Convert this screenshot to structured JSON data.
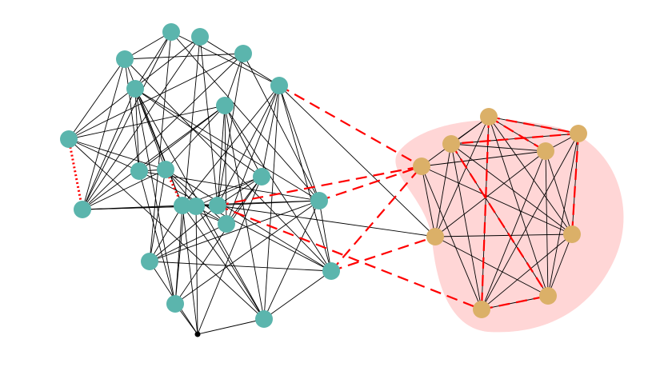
{
  "colors": {
    "group_a_node": "#5bb5ad",
    "group_b_node": "#dbb068",
    "hub_node": "#000000",
    "edge": "#000000",
    "highlight_edge": "#ff0000",
    "cluster_region": "#ffd6d6"
  },
  "nodes": [
    {
      "id": "a1",
      "group": "a"
    },
    {
      "id": "a2",
      "group": "a"
    },
    {
      "id": "a3",
      "group": "a"
    },
    {
      "id": "a4",
      "group": "a"
    },
    {
      "id": "a5",
      "group": "a"
    },
    {
      "id": "a6",
      "group": "a"
    },
    {
      "id": "a7",
      "group": "a"
    },
    {
      "id": "a8",
      "group": "a"
    },
    {
      "id": "a9",
      "group": "a"
    },
    {
      "id": "a10",
      "group": "a"
    },
    {
      "id": "a11",
      "group": "a"
    },
    {
      "id": "a12",
      "group": "a"
    },
    {
      "id": "a13",
      "group": "a"
    },
    {
      "id": "a14",
      "group": "a"
    },
    {
      "id": "a15",
      "group": "a"
    },
    {
      "id": "a16",
      "group": "a"
    },
    {
      "id": "a17",
      "group": "a"
    },
    {
      "id": "a18",
      "group": "a"
    },
    {
      "id": "a19",
      "group": "a"
    },
    {
      "id": "a20",
      "group": "a"
    },
    {
      "id": "a21",
      "group": "a"
    },
    {
      "id": "hub",
      "group": "hub"
    },
    {
      "id": "b1",
      "group": "b"
    },
    {
      "id": "b2",
      "group": "b"
    },
    {
      "id": "b3",
      "group": "b"
    },
    {
      "id": "b4",
      "group": "b"
    },
    {
      "id": "b5",
      "group": "b"
    },
    {
      "id": "b6",
      "group": "b"
    },
    {
      "id": "b7",
      "group": "b"
    },
    {
      "id": "b8",
      "group": "b"
    },
    {
      "id": "b9",
      "group": "b"
    }
  ],
  "edges": [
    [
      "a1",
      "a2"
    ],
    [
      "a1",
      "a3"
    ],
    [
      "a1",
      "a10"
    ],
    [
      "a1",
      "a11"
    ],
    [
      "a1",
      "a17"
    ],
    [
      "a1",
      "a12"
    ],
    [
      "a1",
      "a6"
    ],
    [
      "a2",
      "a5"
    ],
    [
      "a2",
      "a18"
    ],
    [
      "a2",
      "a7"
    ],
    [
      "a2",
      "a16"
    ],
    [
      "a2",
      "a10"
    ],
    [
      "a3",
      "a4"
    ],
    [
      "a3",
      "a6"
    ],
    [
      "a3",
      "a8"
    ],
    [
      "a3",
      "a9"
    ],
    [
      "a3",
      "a11"
    ],
    [
      "a3",
      "a19"
    ],
    [
      "a4",
      "a5"
    ],
    [
      "a4",
      "a10"
    ],
    [
      "a4",
      "a20"
    ],
    [
      "a4",
      "a15"
    ],
    [
      "a5",
      "a12"
    ],
    [
      "a5",
      "a13"
    ],
    [
      "a5",
      "a20"
    ],
    [
      "a5",
      "a17"
    ],
    [
      "a5",
      "a14"
    ],
    [
      "a5",
      "a16"
    ],
    [
      "a5",
      "a19"
    ],
    [
      "a5",
      "b5"
    ],
    [
      "a6",
      "a8"
    ],
    [
      "a6",
      "a10"
    ],
    [
      "a6",
      "a16"
    ],
    [
      "a6",
      "a20"
    ],
    [
      "a7",
      "a9"
    ],
    [
      "a7",
      "a10"
    ],
    [
      "a7",
      "a11"
    ],
    [
      "a7",
      "a12"
    ],
    [
      "a7",
      "a13"
    ],
    [
      "a7",
      "a15"
    ],
    [
      "a7",
      "a16"
    ],
    [
      "a7",
      "a19"
    ],
    [
      "a8",
      "a9"
    ],
    [
      "a8",
      "a10"
    ],
    [
      "a8",
      "a11"
    ],
    [
      "a8",
      "a13"
    ],
    [
      "a8",
      "a14"
    ],
    [
      "a8",
      "a17"
    ],
    [
      "a8",
      "a19"
    ],
    [
      "a8",
      "a20"
    ],
    [
      "a9",
      "a10"
    ],
    [
      "a9",
      "a14"
    ],
    [
      "a9",
      "a17"
    ],
    [
      "a9",
      "a18"
    ],
    [
      "a9",
      "a21"
    ],
    [
      "a9",
      "a11"
    ],
    [
      "a10",
      "a12"
    ],
    [
      "a10",
      "a20"
    ],
    [
      "a10",
      "a21"
    ],
    [
      "a11",
      "a15"
    ],
    [
      "a11",
      "a16"
    ],
    [
      "a11",
      "a17"
    ],
    [
      "a12",
      "a13"
    ],
    [
      "a12",
      "a14"
    ],
    [
      "a12",
      "a15"
    ],
    [
      "a12",
      "a16"
    ],
    [
      "a12",
      "a18"
    ],
    [
      "a12",
      "a19"
    ],
    [
      "a12",
      "a20"
    ],
    [
      "a12",
      "a21"
    ],
    [
      "a12",
      "hub"
    ],
    [
      "a13",
      "a14"
    ],
    [
      "a13",
      "a15"
    ],
    [
      "a13",
      "a20"
    ],
    [
      "a13",
      "a21"
    ],
    [
      "a13",
      "hub"
    ],
    [
      "a14",
      "a18"
    ],
    [
      "a14",
      "a21"
    ],
    [
      "a15",
      "a16"
    ],
    [
      "a15",
      "hub"
    ],
    [
      "a16",
      "a17"
    ],
    [
      "a16",
      "a18"
    ],
    [
      "a16",
      "a19"
    ],
    [
      "a16",
      "a21"
    ],
    [
      "a17",
      "a18"
    ],
    [
      "a17",
      "a19"
    ],
    [
      "a18",
      "a20"
    ],
    [
      "a18",
      "hub"
    ],
    [
      "a19",
      "a21"
    ],
    [
      "a19",
      "hub"
    ],
    [
      "a20",
      "a21"
    ],
    [
      "a21",
      "hub"
    ],
    [
      "a20",
      "b5"
    ],
    [
      "b1",
      "b2"
    ],
    [
      "b1",
      "b3"
    ],
    [
      "b1",
      "b4"
    ],
    [
      "b1",
      "b5"
    ],
    [
      "b1",
      "b6"
    ],
    [
      "b1",
      "b7"
    ],
    [
      "b1",
      "b8"
    ],
    [
      "b1",
      "b9"
    ],
    [
      "b2",
      "b3"
    ],
    [
      "b2",
      "b6"
    ],
    [
      "b2",
      "b7"
    ],
    [
      "b2",
      "b8"
    ],
    [
      "b2",
      "b9"
    ],
    [
      "b3",
      "b5"
    ],
    [
      "b3",
      "b6"
    ],
    [
      "b3",
      "b7"
    ],
    [
      "b3",
      "b8"
    ],
    [
      "b3",
      "b9"
    ],
    [
      "b4",
      "b5"
    ],
    [
      "b4",
      "b6"
    ],
    [
      "b4",
      "b7"
    ],
    [
      "b4",
      "b8"
    ],
    [
      "b5",
      "b6"
    ],
    [
      "b5",
      "b7"
    ],
    [
      "b5",
      "b9"
    ],
    [
      "b6",
      "b7"
    ],
    [
      "b6",
      "b8"
    ],
    [
      "b6",
      "b9"
    ],
    [
      "b7",
      "b8"
    ],
    [
      "b7",
      "b9"
    ],
    [
      "b8",
      "b9"
    ]
  ],
  "dashed_edges": [
    [
      "a5",
      "b4"
    ],
    [
      "a16",
      "b4"
    ],
    [
      "a17",
      "b4"
    ],
    [
      "a17",
      "b5"
    ],
    [
      "a20",
      "b4"
    ],
    [
      "a20",
      "b8"
    ],
    [
      "b1",
      "b2"
    ],
    [
      "b1",
      "b8"
    ],
    [
      "b2",
      "b3"
    ],
    [
      "b3",
      "b9"
    ],
    [
      "b2",
      "b7"
    ],
    [
      "b8",
      "b9"
    ],
    [
      "b1",
      "b6"
    ]
  ],
  "dotted_edges": [
    [
      "a3",
      "a10"
    ],
    [
      "a9",
      "a12"
    ]
  ]
}
